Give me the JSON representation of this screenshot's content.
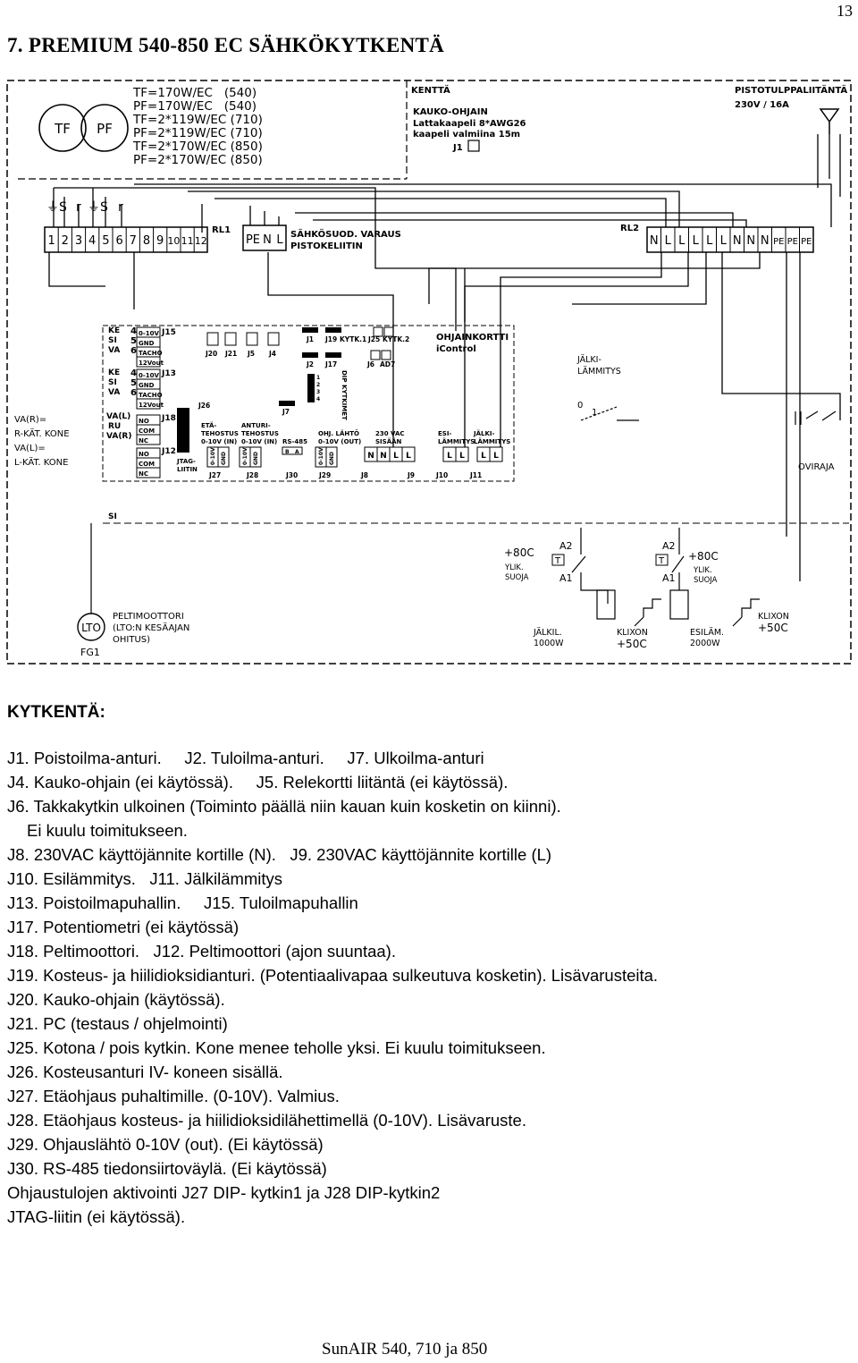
{
  "page": {
    "number": "13",
    "title": "7. PREMIUM 540-850 EC SÄHKÖKYTKENTÄ",
    "footer": "SunAIR 540, 710 ja 850"
  },
  "diagram": {
    "fans": {
      "tf": "TF",
      "pf": "PF"
    },
    "fan_specs": [
      "TF=170W/EC   (540)",
      "PF=170W/EC   (540)",
      "TF=2*119W/EC (710)",
      "PF=2*119W/EC (710)",
      "TF=2*170W/EC (850)",
      "PF=2*170W/EC (850)"
    ],
    "kentta": "KENTTÄ",
    "kauko": [
      "KAUKO-OHJAIN",
      "Lattakaapeli 8*AWG26",
      "kaapeli valmiina 15m"
    ],
    "kauko_j1": "J1",
    "pistotulppa": [
      "PISTOTULPPALIITÄNTÄ",
      "230V / 16A"
    ],
    "fan_terminal_labels": [
      "S",
      "r",
      "S",
      "r"
    ],
    "terminals_1_12": [
      "1",
      "2",
      "3",
      "4",
      "5",
      "6",
      "7",
      "8",
      "9",
      "10",
      "11",
      "12"
    ],
    "rl1": "RL1",
    "rl2": "RL2",
    "pen_terminals": [
      "PE",
      "N",
      "L"
    ],
    "sahko": [
      "SÄHKÖSUOD. VARAUS",
      "PISTOKELIITIN"
    ],
    "rl2_terminals": [
      "N",
      "L",
      "L",
      "L",
      "L",
      "L",
      "N",
      "N",
      "N",
      "PE",
      "PE",
      "PE"
    ],
    "board": {
      "left_labels_top": [
        "KE",
        "SI",
        "VA"
      ],
      "left_labels_mid": [
        "KE",
        "SI",
        "VA"
      ],
      "left_labels_bot": [
        "VA(L)",
        "RU",
        "VA(R)"
      ],
      "pins_j15": [
        "4",
        "5",
        "6"
      ],
      "pins_j13": [
        "4",
        "5",
        "6"
      ],
      "j15_signals": [
        "0-10V",
        "GND",
        "TACHO",
        "12Vout"
      ],
      "j13_signals": [
        "0-10V",
        "GND",
        "TACHO",
        "12Vout"
      ],
      "j18_signals": [
        "NO",
        "COM",
        "NC"
      ],
      "j12_signals": [
        "NO",
        "COM",
        "NC"
      ],
      "j15": "J15",
      "j13": "J13",
      "j18": "J18",
      "j12": "J12",
      "j20": "J20",
      "j21": "J21",
      "j5": "J5",
      "j4": "J4",
      "j1": "J1",
      "j19": "J19",
      "kytk1": "KYTK.1",
      "j25": "J25",
      "kytk2": "KYTK.2",
      "j2": "J2",
      "j17": "J17",
      "j6": "J6",
      "ad7": "AD7",
      "dip": "DIP KYTKIMET",
      "dip_nums": [
        "1",
        "2",
        "3",
        "4"
      ],
      "j26": "J26",
      "j7": "J7",
      "ohjainkortti": [
        "OHJAINKORTTI",
        "iControl"
      ],
      "eta": [
        "ETÄ-",
        "TEHOSTUS",
        "0-10V (IN)"
      ],
      "anturi": [
        "ANTURI-",
        "TEHOSTUS",
        "0-10V (IN)"
      ],
      "rs485": "RS-485",
      "ohj": [
        "OHJ. LÄHTÖ",
        "0-10V (OUT)"
      ],
      "vac": [
        "230 VAC",
        "SISÄÄN"
      ],
      "esi": [
        "ESI-",
        "LÄMMITYS"
      ],
      "jalki_lamm": [
        "JÄLKI-",
        "LÄMMITYS"
      ],
      "jtag": [
        "JTAG-",
        "LIITIN"
      ],
      "pin_0_10v": "0-10V",
      "pin_gnd": "GND",
      "pin_b": "B",
      "pin_a": "A",
      "j8_terms": [
        "N",
        "N",
        "L",
        "L"
      ],
      "j10_terms": [
        "L",
        "L"
      ],
      "j11_terms": [
        "L",
        "L"
      ],
      "bottom_labels": [
        "J27",
        "J28",
        "J30",
        "J29",
        "J8",
        "J9",
        "J10",
        "J11"
      ]
    },
    "va_notes": [
      "VA(R)=",
      "R-KÄT. KONE",
      "VA(L)=",
      "L-KÄT. KONE"
    ],
    "jalkilammitys": [
      "JÄLKI-",
      "LÄMMITYS"
    ],
    "switch_pos": [
      "0",
      "1"
    ],
    "oviraja": "OVIRAJA",
    "si": "SI",
    "thermo": {
      "left_temp": "+80C",
      "left_ylik": [
        "YLIK.",
        "SUOJA"
      ],
      "left_a": [
        "A2",
        "A1"
      ],
      "left_t": "T",
      "right_temp": "+80C",
      "right_ylik": [
        "YLIK.",
        "SUOJA"
      ],
      "right_a": [
        "A2",
        "A1"
      ],
      "right_t": "T"
    },
    "lto": "LTO",
    "fg1": "FG1",
    "pelti": [
      "PELTIMOOTTORI",
      "(LTO:N KESÄAJAN",
      "OHITUS)"
    ],
    "jalkil": [
      "JÄLKIL.",
      "1000W"
    ],
    "klixon1": [
      "KLIXON",
      "+50C"
    ],
    "esilam": [
      "ESILÄM.",
      "2000W"
    ],
    "klixon2": [
      "KLIXON",
      "+50C"
    ]
  },
  "kytkenta_title": "KYTKENTÄ:",
  "notes": [
    "J1. Poistoilma-anturi.     J2. Tuloilma-anturi.     J7. Ulkoilma-anturi",
    "J4. Kauko-ohjain (ei käytössä).     J5. Relekortti liitäntä (ei käytössä).",
    "J6. Takkakytkin ulkoinen (Toiminto päällä niin kauan kuin kosketin on kiinni).",
    "Ei kuulu toimitukseen.",
    "J8. 230VAC käyttöjännite kortille (N).   J9. 230VAC käyttöjännite kortille (L)",
    "J10. Esilämmitys.   J11. Jälkilämmitys",
    "J13. Poistoilmapuhallin.     J15. Tuloilmapuhallin",
    "J17. Potentiometri (ei käytössä)",
    "J18. Peltimoottori.   J12. Peltimoottori (ajon suuntaa).",
    "J19. Kosteus- ja hiilidioksidianturi. (Potentiaalivapaa sulkeutuva kosketin). Lisävarusteita.",
    "J20. Kauko-ohjain (käytössä).",
    "J21. PC (testaus / ohjelmointi)",
    "J25. Kotona / pois kytkin. Kone menee teholle yksi. Ei kuulu toimitukseen.",
    "J26. Kosteusanturi IV- koneen sisällä.",
    "J27. Etäohjaus puhaltimille. (0-10V). Valmius.",
    "J28. Etäohjaus kosteus- ja hiilidioksidilähettimellä (0-10V). Lisävaruste.",
    "J29. Ohjauslähtö 0-10V (out). (Ei käytössä)",
    "J30. RS-485 tiedonsiirtoväylä. (Ei käytössä)",
    "Ohjaustulojen aktivointi J27 DIP- kytkin1 ja J28 DIP-kytkin2",
    "JTAG-liitin (ei käytössä)."
  ]
}
